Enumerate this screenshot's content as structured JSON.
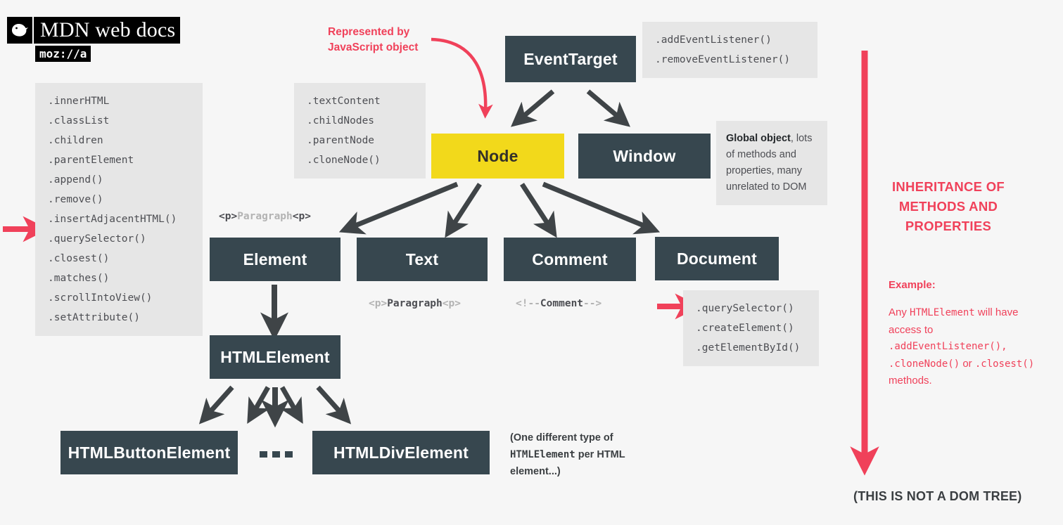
{
  "brand": {
    "wordmark": "MDN web docs",
    "moz_tag": "moz://a",
    "dino_icon": "dinosaur-icon"
  },
  "colors": {
    "background": "#f6f6f6",
    "box_dark": "#37474f",
    "box_highlight": "#f2d91b",
    "accent_red": "#f0415a",
    "code_bg": "#e6e6e6",
    "text_gray": "#4d4e53",
    "arrow_gray": "#3f4447"
  },
  "annotations": {
    "represented_by": "Represented by\nJavaScript object",
    "represented_by_line1": "Represented by",
    "represented_by_line2": "JavaScript object",
    "inheritance_title_line1": "INHERITANCE OF",
    "inheritance_title_line2": "METHODS AND",
    "inheritance_title_line3": "PROPERTIES",
    "example_label": "Example:",
    "example_prefix": "Any ",
    "example_class": "HTMLElement",
    "example_mid": " will have access to ",
    "example_method1": ".addEventListener(),",
    "example_method2": ".cloneNode()",
    "example_conjunction": "or ",
    "example_method3": ".closest()",
    "example_suffix": " methods.",
    "footer": "(THIS IS NOT A DOM TREE)",
    "one_different_type_line1": "(One different type of",
    "one_different_type_mono": "HTMLElement",
    "one_different_type_line2": " per",
    "one_different_type_line3": "HTML element...)",
    "global_object_bold": "Global object",
    "global_object_rest": ", lots of methods and properties, many unrelated to DOM",
    "ellipsis_dots": "■ ■ ■"
  },
  "classes": {
    "event_target": "EventTarget",
    "node": "Node",
    "window": "Window",
    "element": "Element",
    "text": "Text",
    "comment": "Comment",
    "document": "Document",
    "html_element": "HTMLElement",
    "html_button_element": "HTMLButtonElement",
    "html_div_element": "HTMLDivElement"
  },
  "code_blocks": {
    "element_members": [
      ".innerHTML",
      ".classList",
      ".children",
      ".parentElement",
      ".append()",
      ".remove()",
      ".insertAdjacentHTML()",
      ".querySelector()",
      ".closest()",
      ".matches()",
      ".scrollIntoView()",
      ".setAttribute()"
    ],
    "node_members": [
      ".textContent",
      ".childNodes",
      ".parentNode",
      ".cloneNode()"
    ],
    "event_target_members": [
      ".addEventListener()",
      ".removeEventListener()"
    ],
    "document_members": [
      ".querySelector()",
      ".createElement()",
      ".getElementById()"
    ]
  },
  "markup_labels": {
    "element_open": "<p>",
    "element_word": "Paragraph",
    "element_close": "<p>",
    "text_open": "<p>",
    "text_word": "Paragraph",
    "text_close": "<p>",
    "comment_open": "<!--",
    "comment_word": "Comment",
    "comment_close": "-->"
  }
}
